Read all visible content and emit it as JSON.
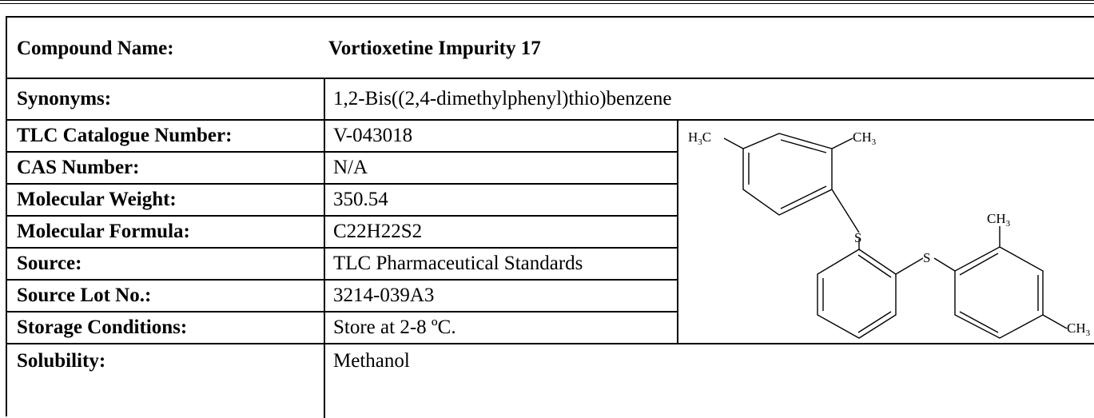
{
  "compound": {
    "name_label": "Compound Name:",
    "name_value": "Vortioxetine Impurity 17"
  },
  "rows": [
    {
      "label": "Synonyms:",
      "value": "1,2-Bis((2,4-dimethylphenyl)thio)benzene"
    },
    {
      "label": "TLC Catalogue Number:",
      "value": "V-043018"
    },
    {
      "label": "CAS Number:",
      "value": "N/A"
    },
    {
      "label": "Molecular Weight:",
      "value": "350.54"
    },
    {
      "label": "Molecular Formula:",
      "value": "C22H22S2"
    },
    {
      "label": "Source:",
      "value": "TLC Pharmaceutical Standards"
    },
    {
      "label": "Source Lot No.:",
      "value": "3214-039A3"
    },
    {
      "label": "Storage Conditions:",
      "value": "Store at 2-8 ºC."
    },
    {
      "label": "Solubility:",
      "value": "Methanol"
    }
  ],
  "structure": {
    "atom_h3c": {
      "H": "H",
      "sub": "3",
      "C": "C"
    },
    "atom_ch3_top": {
      "CH": "CH",
      "sub": "3"
    },
    "atom_ch3_mid": {
      "CH": "CH",
      "sub": "3"
    },
    "atom_ch3_bottom": {
      "CH": "CH",
      "sub": "3"
    },
    "sulfur_1": "S",
    "sulfur_2": "S"
  }
}
